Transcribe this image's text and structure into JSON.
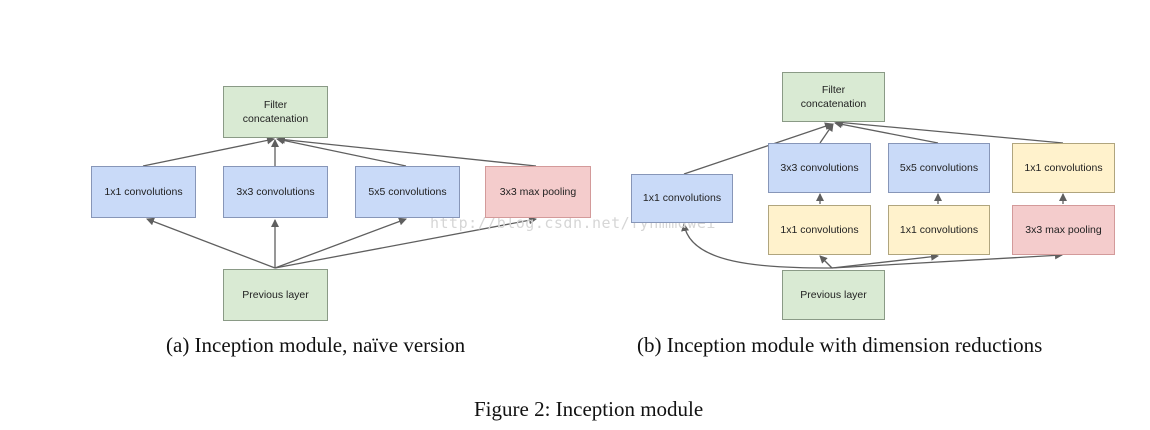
{
  "diagram_a": {
    "nodes": {
      "filter_concat": "Filter\nconcatenation",
      "conv1x1": "1x1 convolutions",
      "conv3x3": "3x3 convolutions",
      "conv5x5": "5x5 convolutions",
      "maxpool": "3x3 max pooling",
      "previous": "Previous layer"
    },
    "caption": "(a)  Inception module, naïve version"
  },
  "diagram_b": {
    "nodes": {
      "filter_concat": "Filter\nconcatenation",
      "conv1x1_direct": "1x1 convolutions",
      "conv3x3": "3x3 convolutions",
      "conv5x5": "5x5 convolutions",
      "conv1x1_after_pool": "1x1 convolutions",
      "reduce1x1_for_3x3": "1x1 convolutions",
      "reduce1x1_for_5x5": "1x1 convolutions",
      "maxpool": "3x3 max pooling",
      "previous": "Previous layer"
    },
    "caption": "(b)  Inception module with dimension reductions"
  },
  "figure_caption": "Figure 2: Inception module",
  "watermark": "http://blog.csdn.net/fynmmdwei",
  "colors": {
    "concat": "#d9ead3",
    "conv": "#c9daf8",
    "pool": "#f4cccc",
    "reduce": "#fff2cc",
    "edge": "#5f5f5f"
  }
}
